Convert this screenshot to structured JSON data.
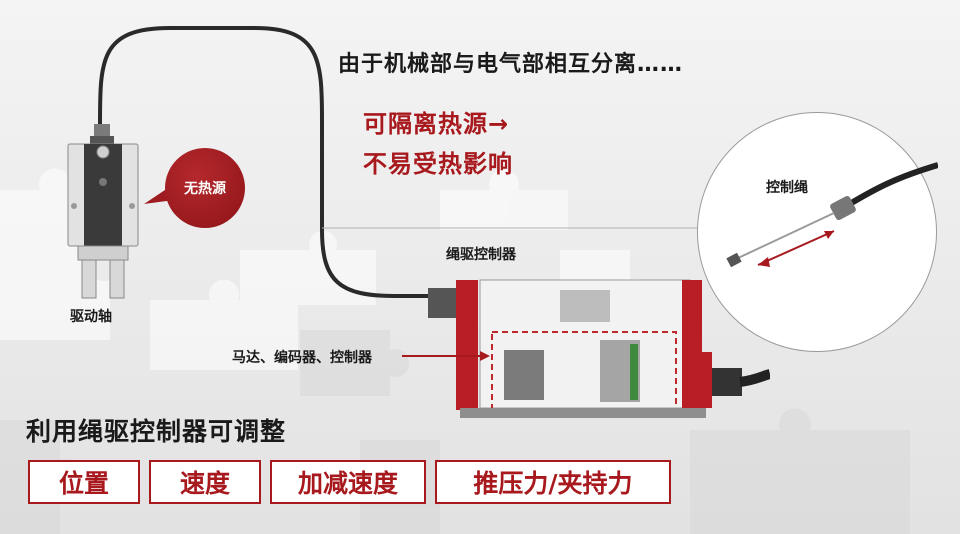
{
  "headline": "由于机械部与电气部相互分离……",
  "benefit_lines": [
    "可隔离热源→",
    "不易受热影响"
  ],
  "bubble_text": "无热源",
  "labels": {
    "drive_shaft": "驱动轴",
    "rope_controller": "绳驱控制器",
    "motor_encoder_controller": "马达、编码器、控制器",
    "control_rope": "控制绳"
  },
  "adjust_title": "利用绳驱控制器可调整",
  "features": [
    "位置",
    "速度",
    "加减速度",
    "推压力/夹持力"
  ],
  "colors": {
    "accent_red": "#a8191e",
    "text_dark": "#1a1a1a",
    "bubble_red": "#9e1c20"
  },
  "icons": [
    "gripper-unit-illustration",
    "controller-unit-illustration",
    "cable-zoom-illustration",
    "double-arrow-icon"
  ]
}
